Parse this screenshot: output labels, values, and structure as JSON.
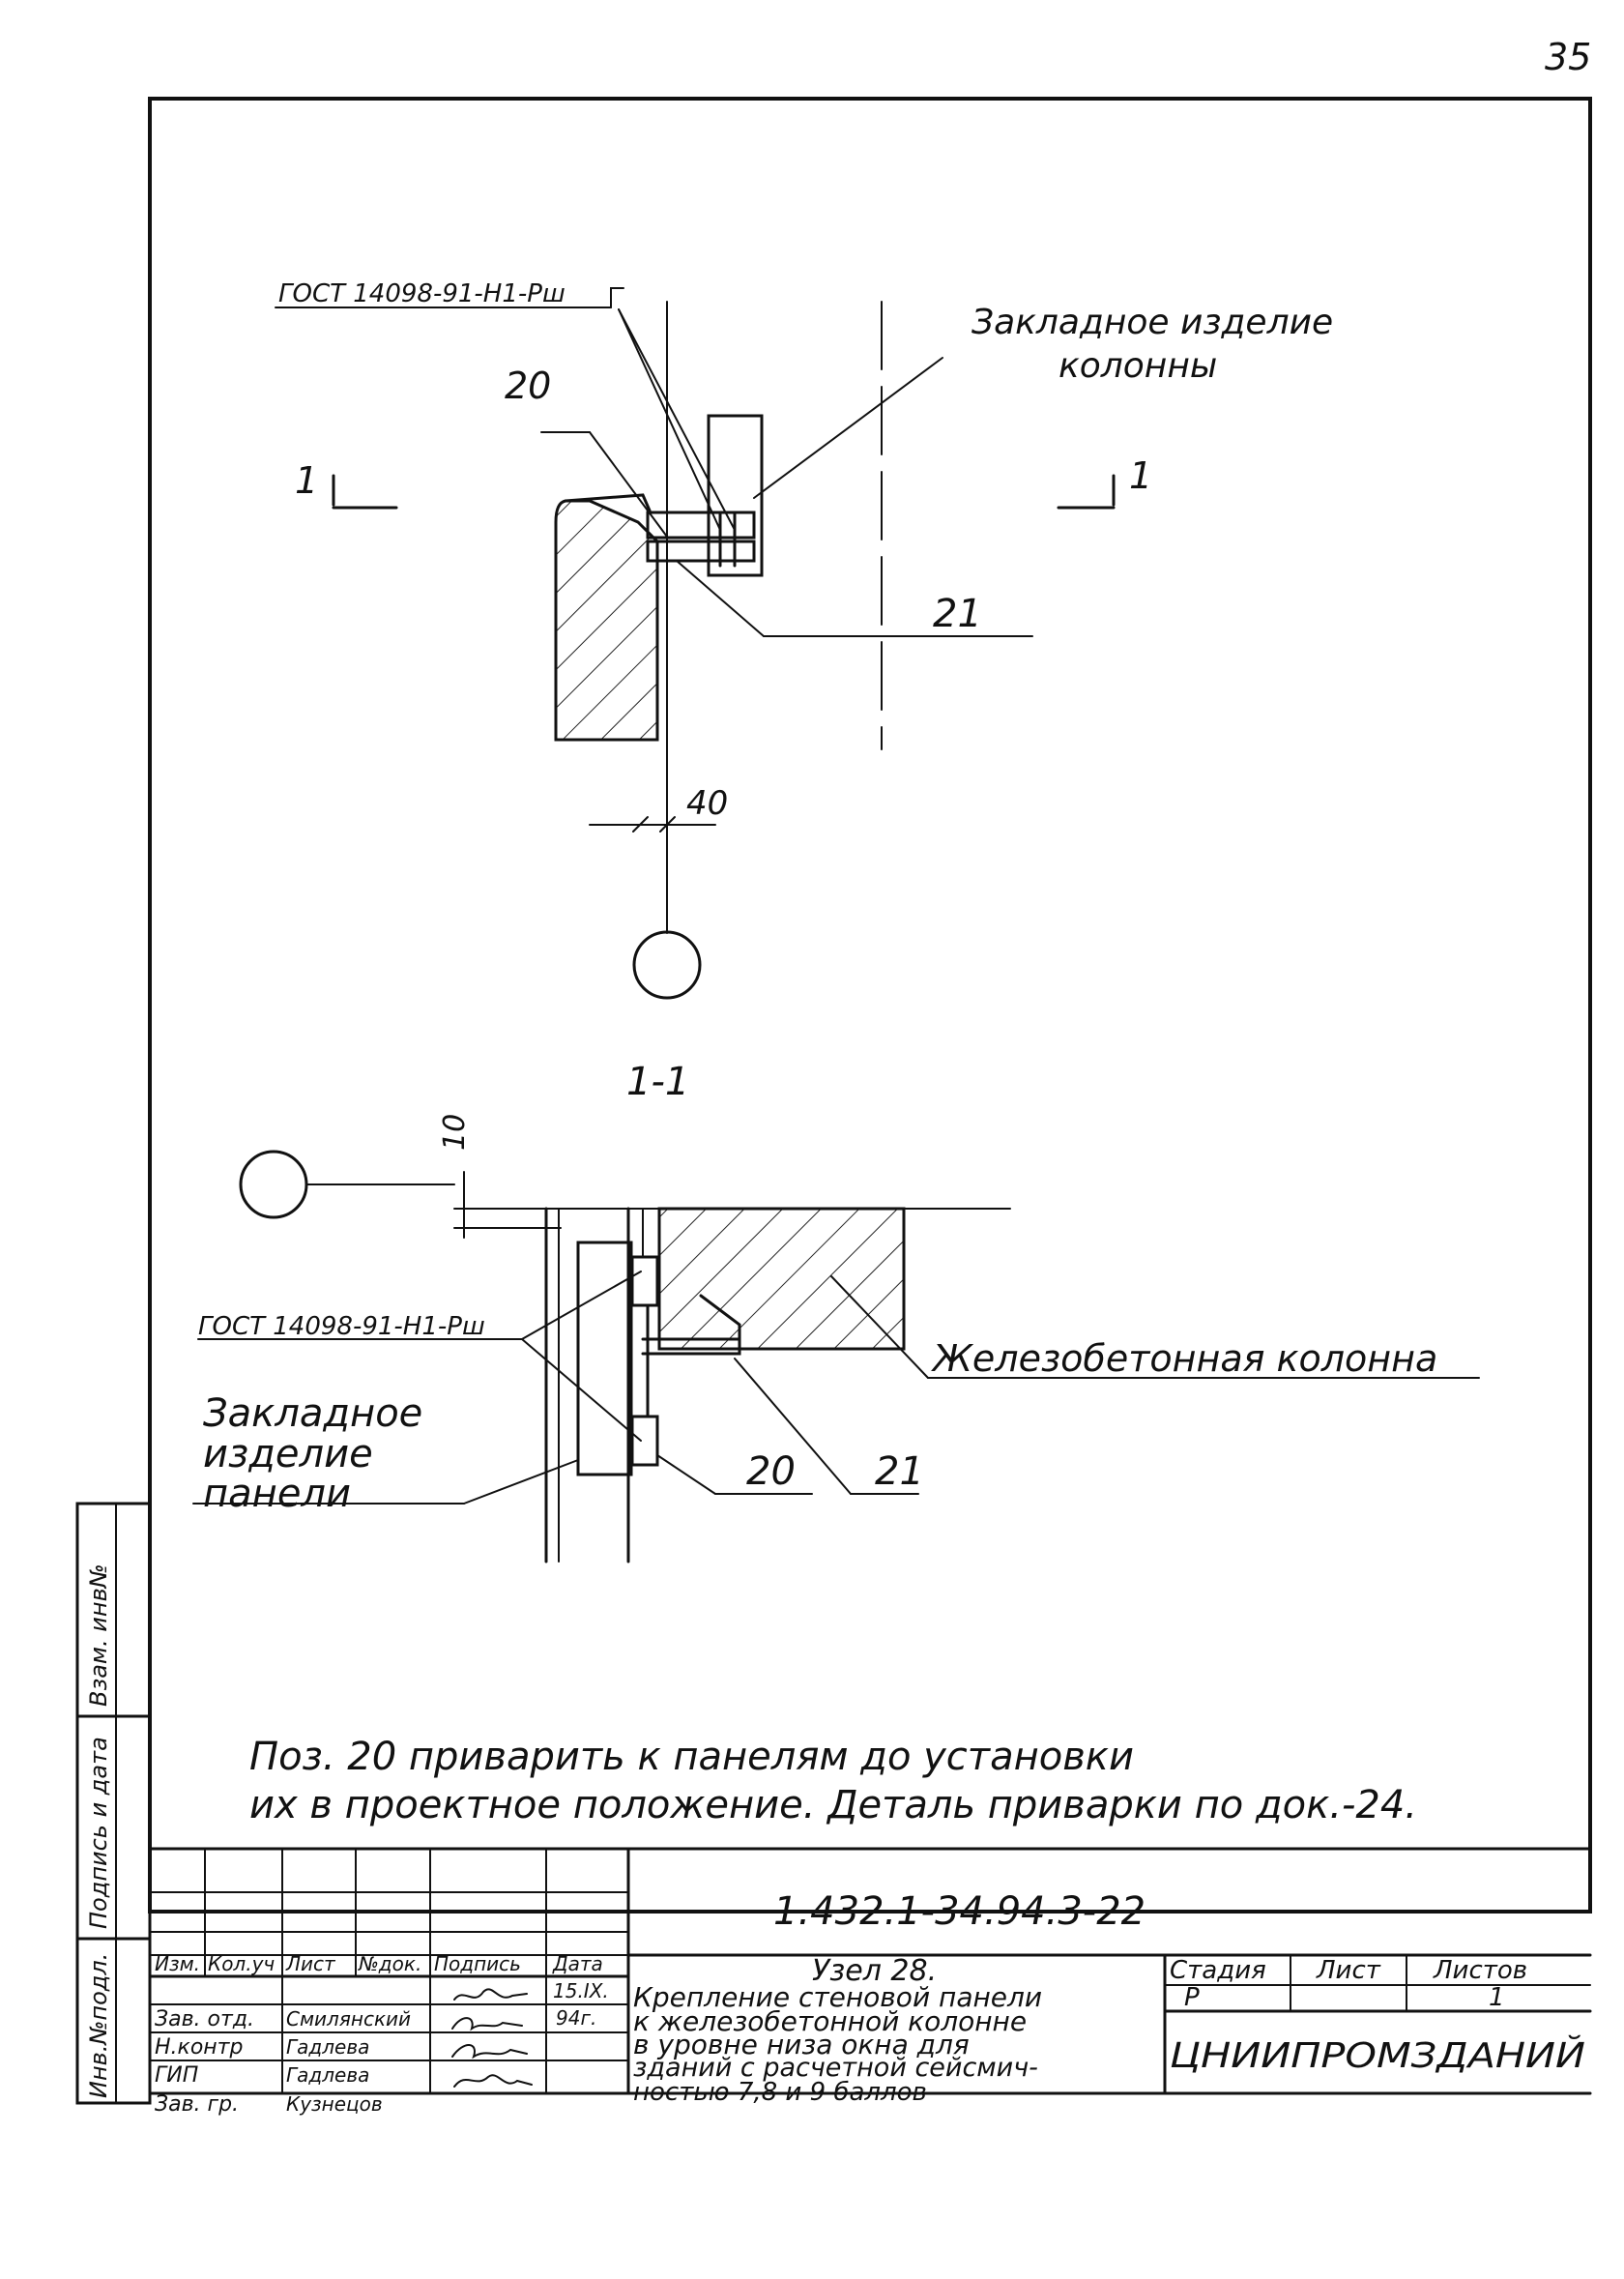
{
  "page_number": "35",
  "top_section": {
    "gost_label": "ГОСТ 14098-91-Н1-Рш",
    "embedded_column_label_1": "Закладное изделие",
    "embedded_column_label_2": "колонны",
    "pos_20": "20",
    "pos_21": "21",
    "section_mark_left": "1",
    "section_mark_right": "1",
    "dimension_40": "40"
  },
  "section_view": {
    "title": "1-1",
    "dimension_10": "10",
    "gost_label": "ГОСТ 14098-91-Н1-Рш",
    "embedded_panel_label_1": "Закладное",
    "embedded_panel_label_2": "изделие",
    "embedded_panel_label_3": "панели",
    "column_label": "Железобетонная колонна",
    "pos_20": "20",
    "pos_21": "21"
  },
  "notes": {
    "line_1": "Поз. 20 приварить к панелям до установки",
    "line_2": "их в проектное положение. Деталь приварки по док.-24."
  },
  "side_stamps": {
    "vzam_inv": "Взам. инв№",
    "podpis_data": "Подпись и дата",
    "inv_podl": "Инв.№подл."
  },
  "title_block": {
    "doc_code": "1.432.1-34.94.3-22",
    "headers": [
      "Изм.",
      "Кол.уч",
      "Лист",
      "№док.",
      "Подпись",
      "Дата"
    ],
    "date_value_1": "15.IX.",
    "date_value_2": "94г.",
    "rows": [
      {
        "role": "Зав. отд.",
        "name": "Смилянский"
      },
      {
        "role": "Н.контр",
        "name": "Гадлева"
      },
      {
        "role": "ГИП",
        "name": "Гадлева"
      },
      {
        "role": "Зав. гр.",
        "name": "Кузнецов"
      }
    ],
    "description": [
      "Узел 28.",
      "Крепление стеновой панели",
      "к железобетонной колонне",
      "в уровне низа окна для",
      "зданий с расчетной сейсмич-",
      "ностью 7,8 и 9 баллов"
    ],
    "stage_header": "Стадия",
    "sheet_header": "Лист",
    "sheets_header": "Листов",
    "stage_value": "Р",
    "sheets_value": "1",
    "organization": "ЦНИИПРОМЗДАНИЙ"
  }
}
